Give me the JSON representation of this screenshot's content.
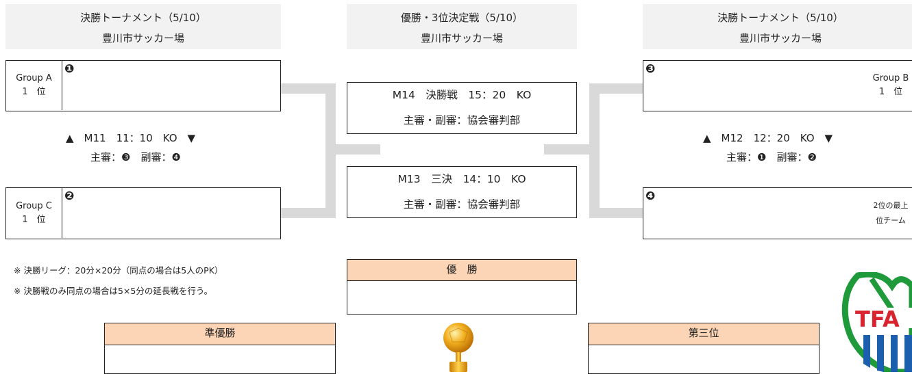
{
  "headers": {
    "left": {
      "line1": "決勝トーナメント（5/10）",
      "line2": "豊川市サッカー場"
    },
    "center": {
      "line1": "優勝・3位決定戦（5/10）",
      "line2": "豊川市サッカー場"
    },
    "right": {
      "line1": "決勝トーナメント（5/10）",
      "line2": "豊川市サッカー場"
    }
  },
  "slots": {
    "s1": {
      "num": "❶",
      "label1": "Group A",
      "label2": "1　位"
    },
    "s2": {
      "num": "❷",
      "label1": "Group C",
      "label2": "1　位"
    },
    "s3": {
      "num": "❸",
      "label1": "Group B",
      "label2": "1　位"
    },
    "s4": {
      "num": "❹",
      "label1": "2位の最上",
      "label2": "位チーム"
    }
  },
  "matches": {
    "m11": {
      "line1": "▲　M11　11：10　KO　▼",
      "line2": "主審：❸　副審：❹"
    },
    "m12": {
      "line1": "▲　M12　12：20　KO　▼",
      "line2": "主審：❶　副審：❷"
    },
    "m14": {
      "line1": "M14　決勝戦　15：20　KO",
      "line2": "主審・副審：協会審判部"
    },
    "m13": {
      "line1": "M13　三決　14：10　KO",
      "line2": "主審・副審：協会審判部"
    }
  },
  "notes": [
    "※ 決勝リーグ：20分×20分（同点の場合は5人のPK）",
    "※ 決勝戦のみ同点の場合は5×5分の延長戦を行う。"
  ],
  "awards": {
    "champion": "優　勝",
    "runner_up": "準優勝",
    "third": "第三位"
  },
  "logo": {
    "text": "TFA",
    "colors": {
      "green": "#1e9a3a",
      "red": "#d9232e",
      "blue": "#1c5fae"
    }
  },
  "colors": {
    "bracket_line": "#d9d9d9",
    "award_header": "#fbd5b5",
    "header_bg": "#f2f2f2",
    "trophy": "#f0a000"
  }
}
